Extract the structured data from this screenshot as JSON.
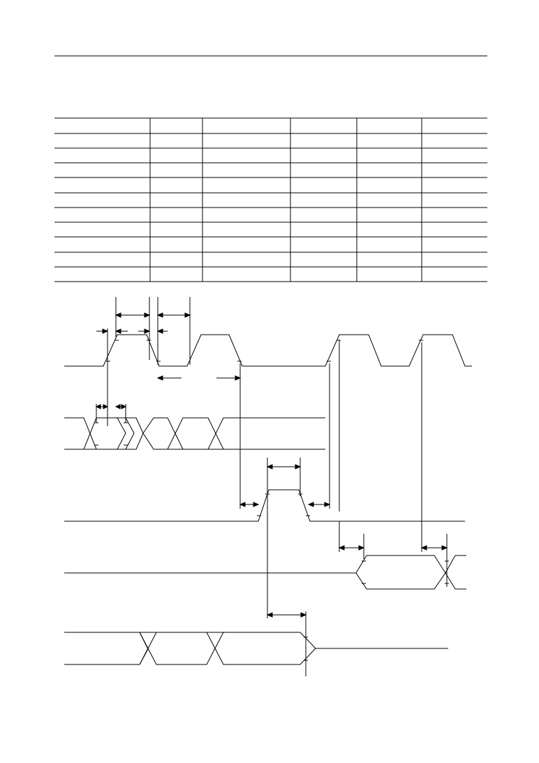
{
  "page": {
    "background": "#ffffff",
    "ink": "#000000"
  },
  "table": {
    "columns": 6,
    "rows": 11,
    "cells": []
  },
  "diagram": {
    "type": "timing-diagram",
    "signals": [
      {
        "id": "clock",
        "kind": "clock"
      },
      {
        "id": "address-bus",
        "kind": "bus"
      },
      {
        "id": "strobe",
        "kind": "pulse"
      },
      {
        "id": "output-bus",
        "kind": "bus"
      },
      {
        "id": "input-bus",
        "kind": "bus"
      }
    ],
    "labels": []
  }
}
